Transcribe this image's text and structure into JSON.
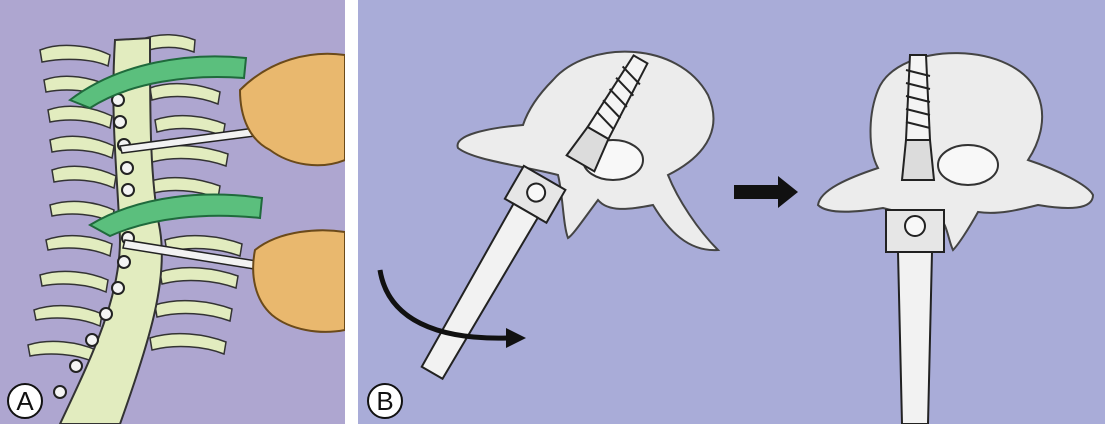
{
  "colors": {
    "background_a": "#aea6d0",
    "background_b": "#a9acd8",
    "spine": "#e2ecbf",
    "retractor": "#5bbf7d",
    "glove": "#e9b86e",
    "vertebra": "#ececec",
    "outline": "#333333"
  },
  "panels": [
    {
      "id": "A",
      "label": "A"
    },
    {
      "id": "B",
      "label": "B"
    }
  ]
}
